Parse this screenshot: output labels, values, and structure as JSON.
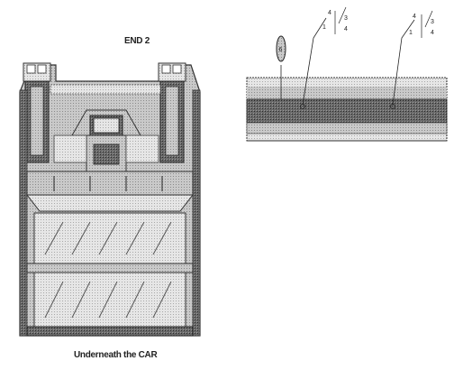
{
  "labels": {
    "end": "END 2",
    "underneath": "Underneath the CAR"
  },
  "callouts": [
    {
      "top": "4",
      "side_left": "1",
      "side_right": "3",
      "bottom": "4"
    },
    {
      "top": "4",
      "side_left": "1",
      "side_right": "3",
      "bottom": "4"
    }
  ],
  "marker": {
    "text": "6"
  }
}
